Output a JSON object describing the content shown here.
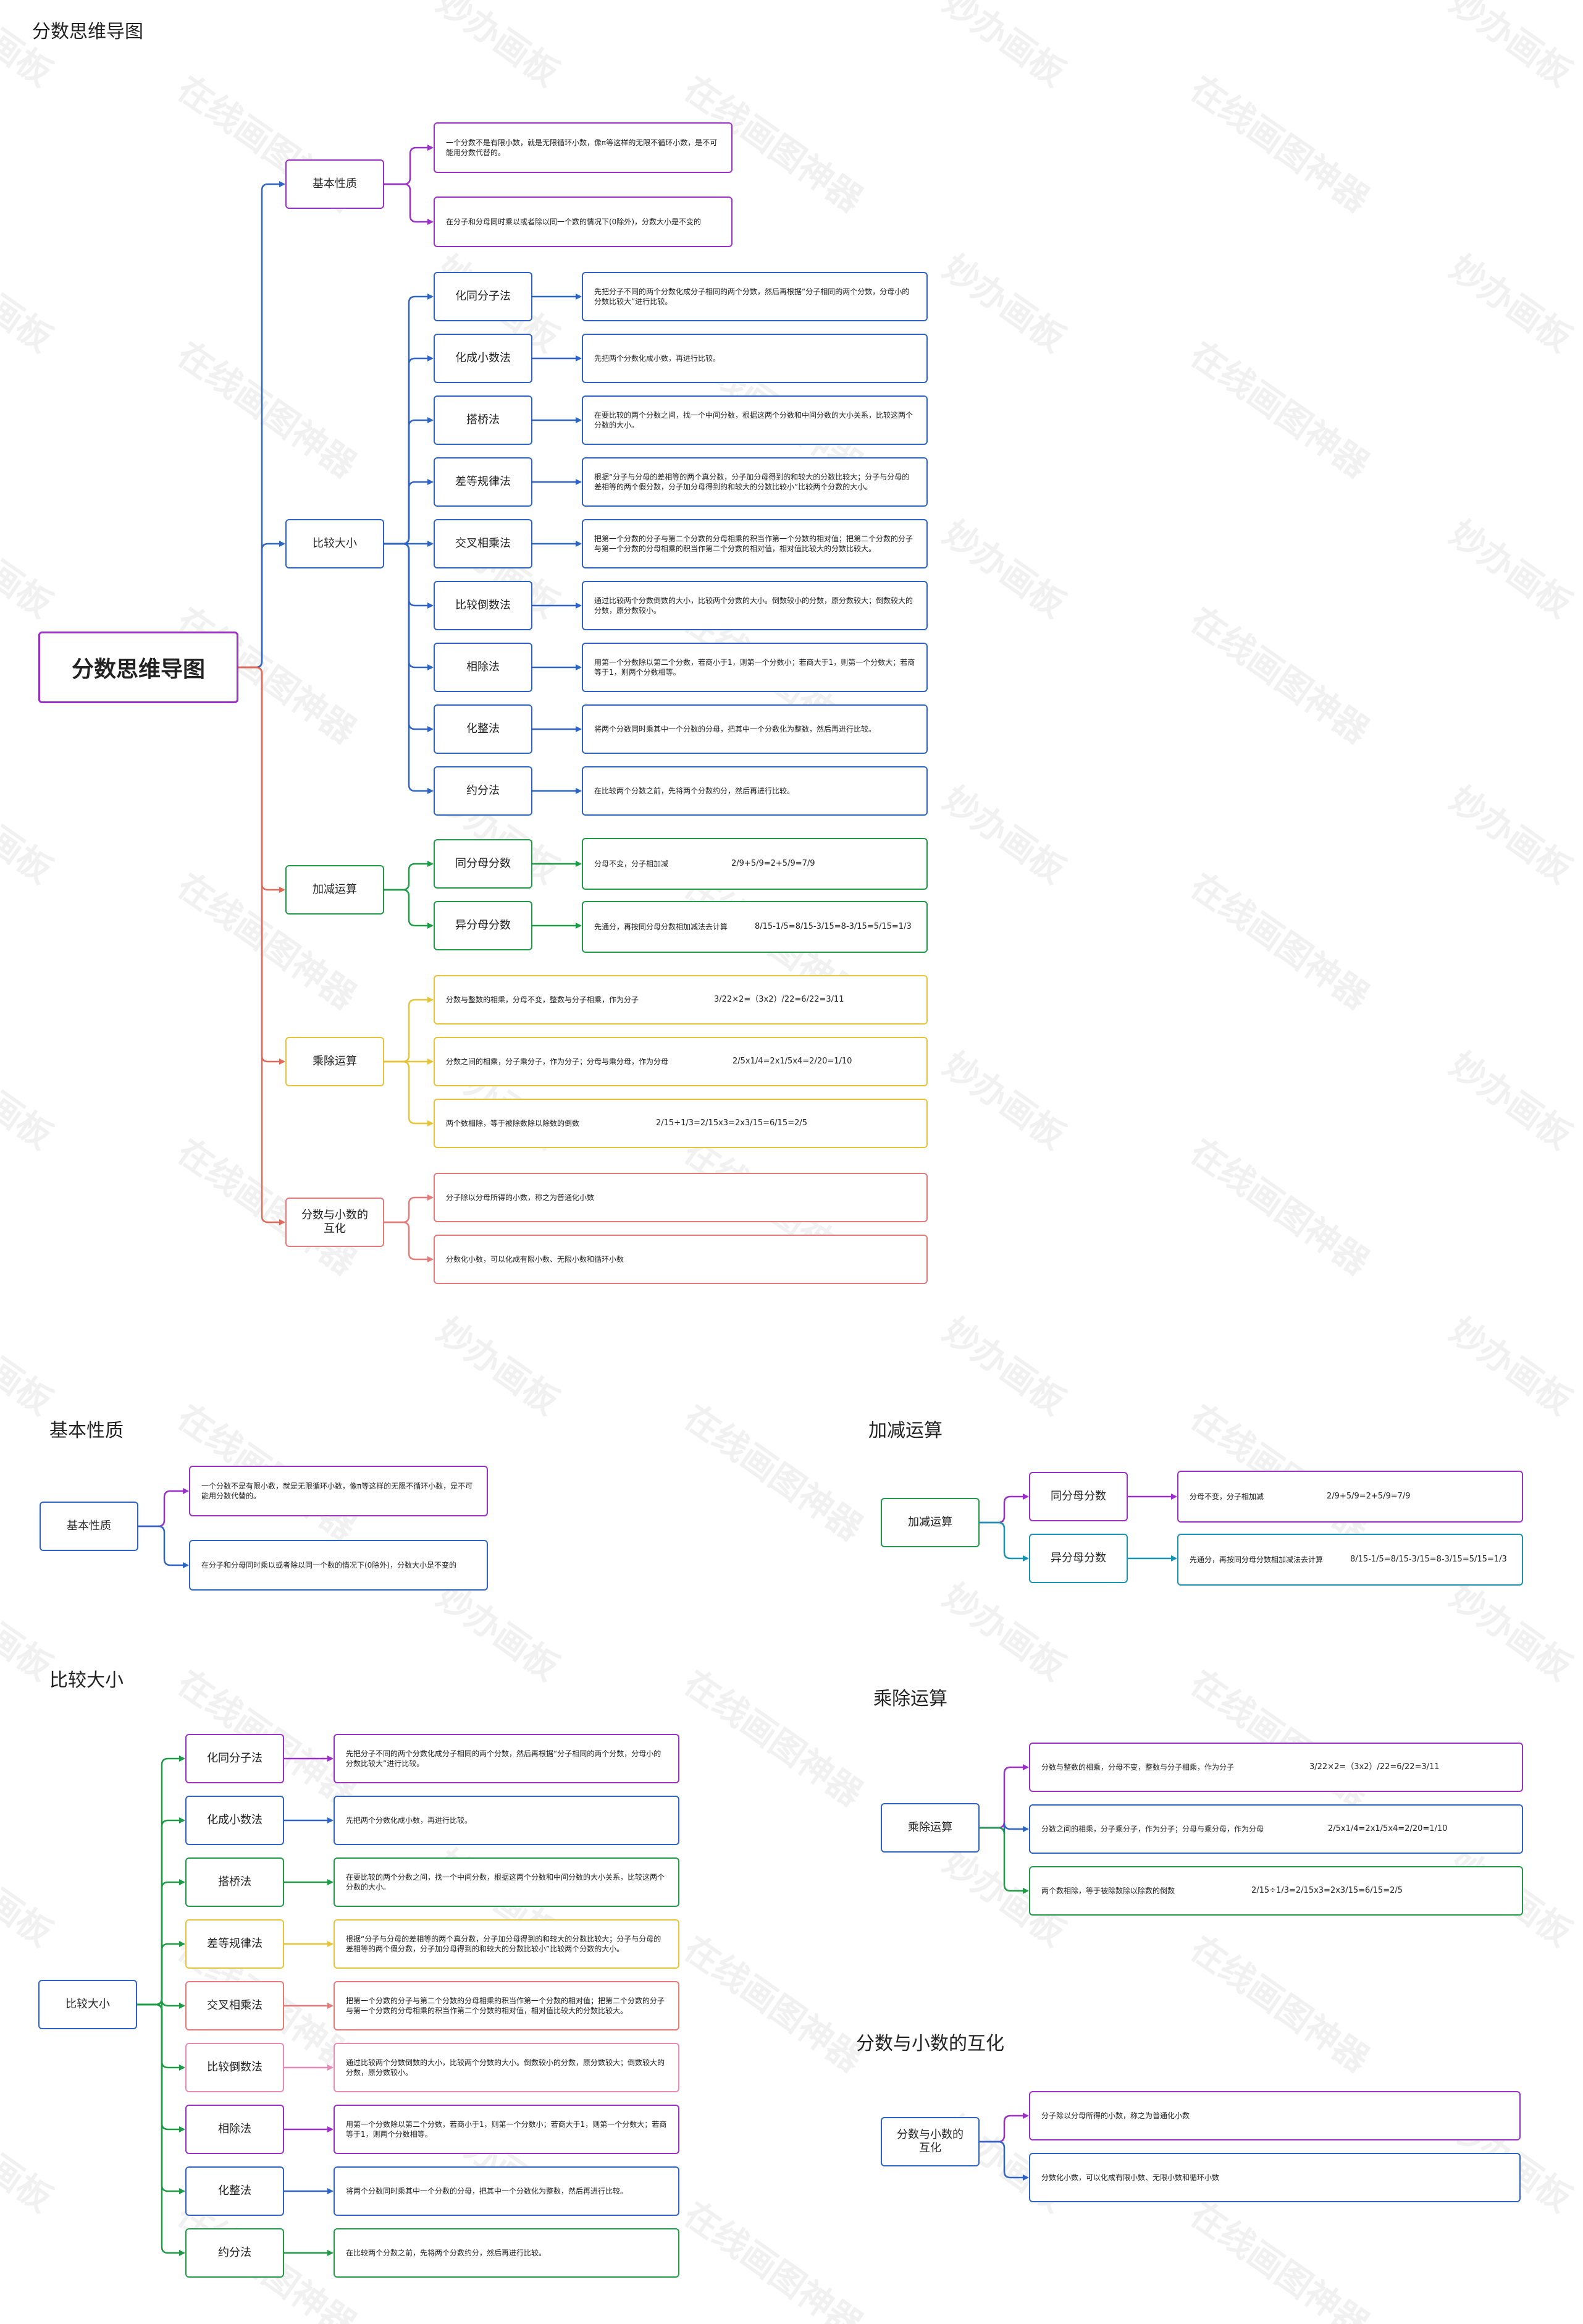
{
  "page_title": "分数思维导图",
  "root": "分数思维导图",
  "watermark": [
    "妙办画板",
    "在线画图神器"
  ],
  "colors": {
    "purple": "#9b30c9",
    "blue": "#2f63c6",
    "teal": "#1a93b0",
    "green": "#1f9a46",
    "yellow": "#e5c43b",
    "red": "#e57a7a",
    "pink": "#e58bb6",
    "orange_red": "#e06a5a"
  },
  "basic": {
    "label": "基本性质",
    "items": [
      "一个分数不是有限小数，就是无限循环小数，像π等这样的无限不循环小数，是不可能用分数代替的。",
      "在分子和分母同时乘以或者除以同一个数的情况下(0除外)，分数大小是不变的"
    ]
  },
  "compare": {
    "label": "比较大小",
    "methods": [
      {
        "name": "化同分子法",
        "desc": "先把分子不同的两个分数化成分子相同的两个分数，然后再根据“分子相同的两个分数，分母小的分数比较大”进行比较。"
      },
      {
        "name": "化成小数法",
        "desc": "先把两个分数化成小数，再进行比较。"
      },
      {
        "name": "搭桥法",
        "desc": "在要比较的两个分数之间，找一个中间分数，根据这两个分数和中间分数的大小关系，比较这两个分数的大小。"
      },
      {
        "name": "差等规律法",
        "desc": "根据“分子与分母的差相等的两个真分数，分子加分母得到的和较大的分数比较大；分子与分母的差相等的两个假分数，分子加分母得到的和较大的分数比较小”比较两个分数的大小。"
      },
      {
        "name": "交叉相乘法",
        "desc": "把第一个分数的分子与第二个分数的分母相乘的积当作第一个分数的相对值；把第二个分数的分子与第一个分数的分母相乘的积当作第二个分数的相对值，相对值比较大的分数比较大。"
      },
      {
        "name": "比较倒数法",
        "desc": "通过比较两个分数倒数的大小，比较两个分数的大小。倒数较小的分数，原分数较大；倒数较大的分数，原分数较小。"
      },
      {
        "name": "相除法",
        "desc": "用第一个分数除以第二个分数，若商小于1，则第一个分数小；若商大于1，则第一个分数大；若商等于1，则两个分数相等。"
      },
      {
        "name": "化整法",
        "desc": "将两个分数同时乘其中一个分数的分母，把其中一个分数化为整数，然后再进行比较。"
      },
      {
        "name": "约分法",
        "desc": "在比较两个分数之前，先将两个分数约分，然后再进行比较。"
      }
    ]
  },
  "addsub": {
    "label": "加减运算",
    "items": [
      {
        "name": "同分母分数",
        "rule": "分母不变，分子相加减",
        "example": "2/9+5/9=2+5/9=7/9"
      },
      {
        "name": "异分母分数",
        "rule": "先通分，再按同分母分数相加减法去计算",
        "example": "8/15-1/5=8/15-3/15=8-3/15=5/15=1/3"
      }
    ]
  },
  "muldiv": {
    "label": "乘除运算",
    "items": [
      {
        "rule": "分数与整数的相乘，分母不变，整数与分子相乘，作为分子",
        "example": "3/22×2=（3x2）/22=6/22=3/11"
      },
      {
        "rule": "分数之间的相乘，分子乘分子，作为分子；分母与乘分母，作为分母",
        "example": "2/5x1/4=2x1/5x4=2/20=1/10"
      },
      {
        "rule": "两个数相除，等于被除数除以除数的倒数",
        "example": "2/15÷1/3=2/15x3=2x3/15=6/15=2/5"
      }
    ]
  },
  "conv": {
    "label": "分数与小数的互化",
    "node_label": "分数与小数的\n互化",
    "items": [
      "分子除以分母所得的小数，称之为普通化小数",
      "分数化小数，可以化成有限小数、无限小数和循环小数"
    ]
  }
}
